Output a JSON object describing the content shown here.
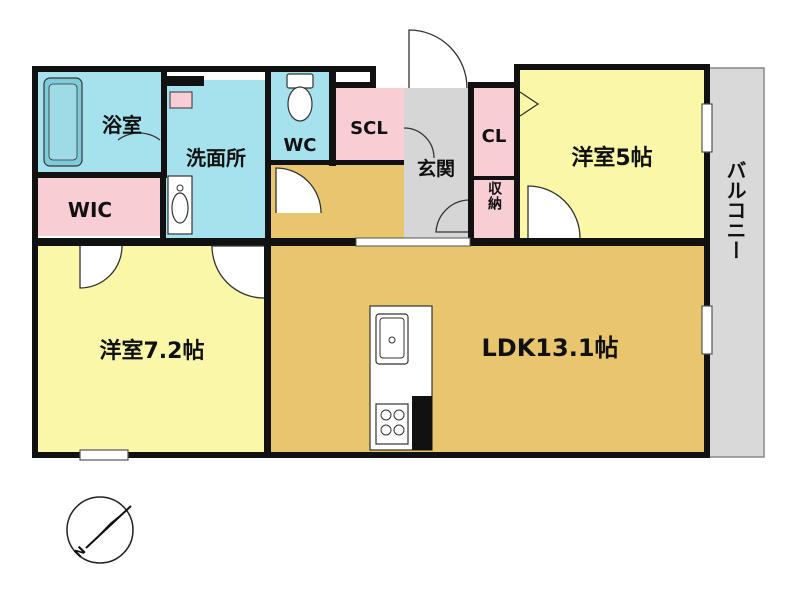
{
  "floorplan": {
    "colors": {
      "wall": "#111111",
      "bath": "#a5e2ee",
      "pink": "#f8cdd3",
      "yellow": "#fbf7a9",
      "ldk": "#e9c56e",
      "gray": "#d6d6d6",
      "balcony": "#d9d9d9",
      "white": "#ffffff"
    },
    "rooms": {
      "bath": "浴室",
      "washroom": "洗面所",
      "wc": "WC",
      "scl": "SCL",
      "entrance": "玄関",
      "cl": "CL",
      "western5": "洋室5帖",
      "wic": "WIC",
      "storage": "収納",
      "western72": "洋室7.2帖",
      "ldk": "LDK13.1帖",
      "balcony": "バルコニー"
    },
    "compass": {
      "north": "N"
    }
  }
}
